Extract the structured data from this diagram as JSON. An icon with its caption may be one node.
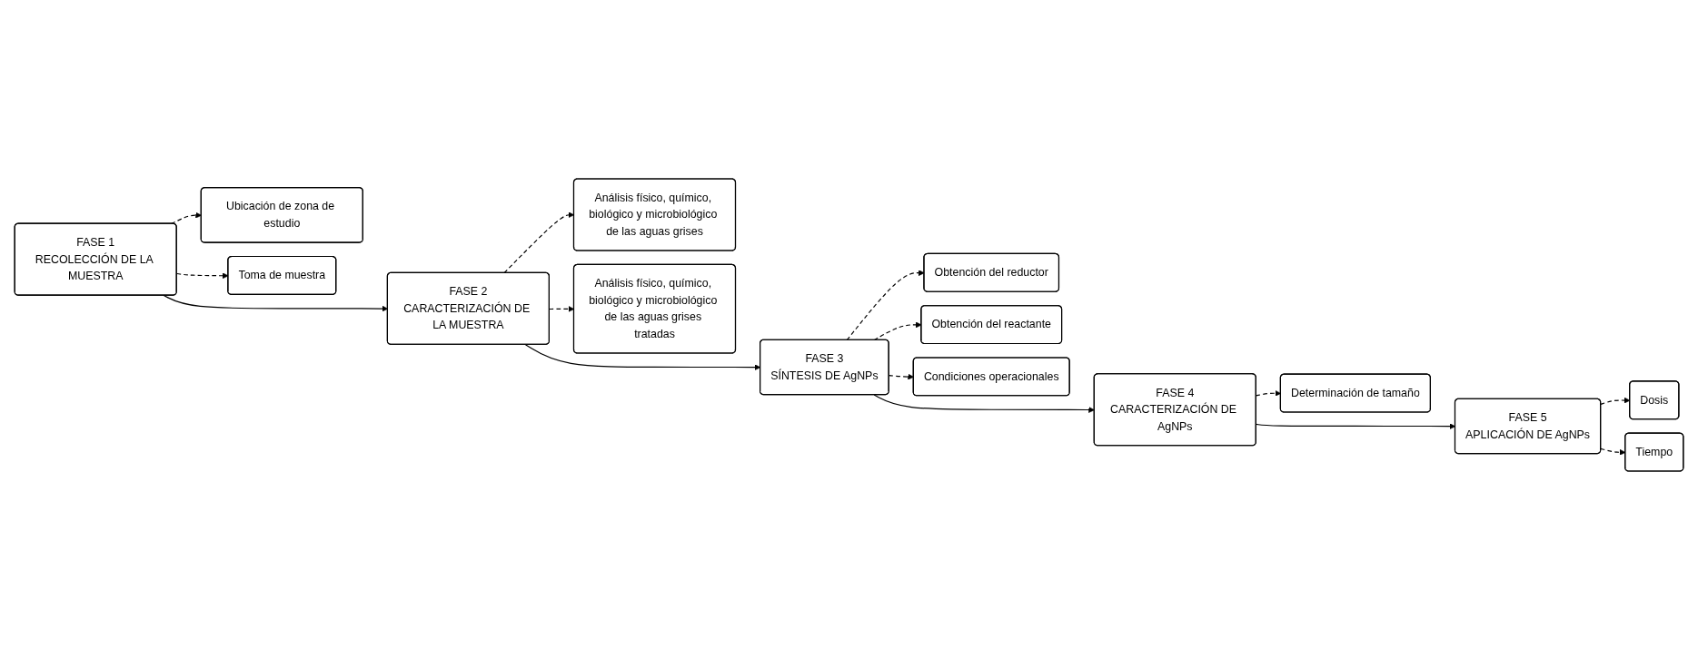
{
  "diagram": {
    "nodes": [
      {
        "text": [
          "FASE 1",
          "RECOLECCIÓN DE LA MUESTRA"
        ]
      },
      {
        "text": [
          "Ubicación de zona de estudio"
        ]
      },
      {
        "text": [
          "Toma de muestra"
        ]
      },
      {
        "text": [
          "FASE 2",
          "CARACTERIZACIÓN DE LA MUESTRA"
        ]
      },
      {
        "text": [
          "Análisis físico, químico, biológico y microbiológico de las aguas grises"
        ]
      },
      {
        "text": [
          "Análisis físico, químico, biológico y microbiológico de las aguas grises tratadas"
        ]
      },
      {
        "text": [
          "FASE 3",
          "SÍNTESIS DE AgNPs"
        ]
      },
      {
        "text": [
          "Obtención del reductor"
        ]
      },
      {
        "text": [
          "Obtención del reactante"
        ]
      },
      {
        "text": [
          "Condiciones operacionales"
        ]
      },
      {
        "text": [
          "FASE 4",
          "CARACTERIZACIÓN DE AgNPs"
        ]
      },
      {
        "text": [
          "Determinación de tamaño"
        ]
      },
      {
        "text": [
          "FASE 5",
          "APLICACIÓN DE AgNPs"
        ]
      },
      {
        "text": [
          "Dosis"
        ]
      },
      {
        "text": [
          "Tiempo"
        ]
      }
    ],
    "edges": [
      {
        "from": 0,
        "to": 3,
        "arrow": "to"
      },
      {
        "from": 0,
        "to": 1,
        "arrow": "to",
        "style": "dashed"
      },
      {
        "from": 0,
        "to": 2,
        "arrow": "to",
        "style": "dashed"
      },
      {
        "from": 3,
        "to": 6,
        "arrow": "to"
      },
      {
        "from": 3,
        "to": 4,
        "arrow": "to",
        "style": "dashed"
      },
      {
        "from": 3,
        "to": 5,
        "arrow": "to",
        "style": "dashed"
      },
      {
        "from": 6,
        "to": 10,
        "arrow": "to"
      },
      {
        "from": 6,
        "to": 7,
        "arrow": "to",
        "style": "dashed"
      },
      {
        "from": 6,
        "to": 8,
        "arrow": "to",
        "style": "dashed"
      },
      {
        "from": 6,
        "to": 9,
        "arrow": "to",
        "style": "dashed"
      },
      {
        "from": 10,
        "to": 12,
        "arrow": "to"
      },
      {
        "from": 10,
        "to": 11,
        "arrow": "to",
        "style": "dashed"
      },
      {
        "from": 12,
        "to": 13,
        "arrow": "to",
        "style": "dashed"
      },
      {
        "from": 12,
        "to": 14,
        "arrow": "to",
        "style": "dashed"
      }
    ]
  }
}
